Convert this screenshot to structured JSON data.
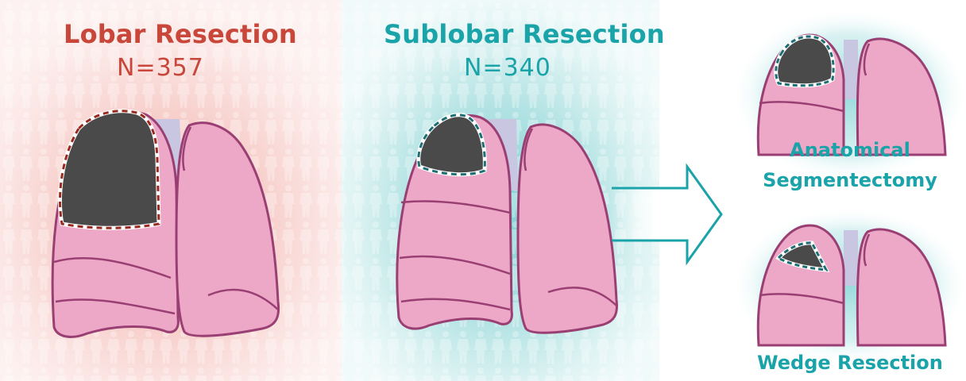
{
  "lobar": {
    "title": "Lobar Resection",
    "n": "N=357"
  },
  "sublobar": {
    "title": "Sublobar Resection",
    "n": "N=340"
  },
  "options": [
    {
      "label_line1": "Anatomical",
      "label_line2": "Segmentectomy"
    },
    {
      "label": "Wedge Resection"
    }
  ],
  "colors": {
    "lobar_accent": "#c8473a",
    "sublobar_accent": "#1aa3a8",
    "lung_fill": "#eca8c6",
    "lung_outline": "#9a3f73",
    "tumor_fill": "#4a4a4a"
  }
}
